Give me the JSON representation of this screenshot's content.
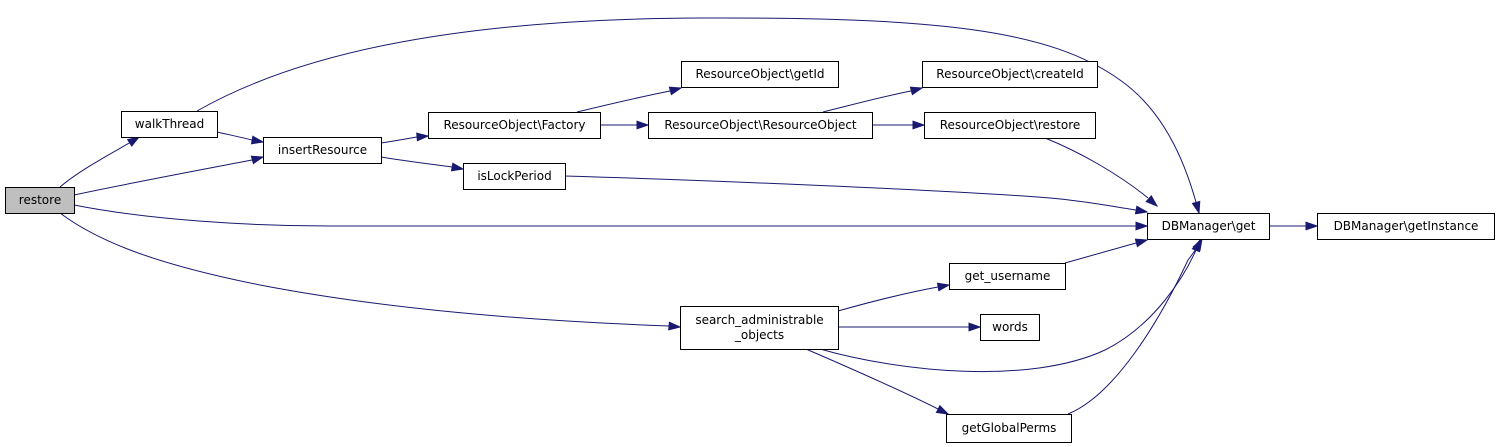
{
  "diagram": {
    "type": "call-graph",
    "colors": {
      "edge": "#191970",
      "node_border": "#000000",
      "node_fill": "#ffffff",
      "root_fill": "#bfbfbf",
      "background": "#ffffff"
    },
    "nodes": [
      {
        "id": "restore",
        "label": "restore",
        "root": true
      },
      {
        "id": "walkThread",
        "label": "walkThread"
      },
      {
        "id": "insertResource",
        "label": "insertResource"
      },
      {
        "id": "factory",
        "label": "ResourceObject\\Factory"
      },
      {
        "id": "getId",
        "label": "ResourceObject\\getId"
      },
      {
        "id": "resourceObject",
        "label": "ResourceObject\\ResourceObject"
      },
      {
        "id": "createId",
        "label": "ResourceObject\\createId"
      },
      {
        "id": "roRestore",
        "label": "ResourceObject\\restore"
      },
      {
        "id": "isLockPeriod",
        "label": "isLockPeriod"
      },
      {
        "id": "dbGet",
        "label": "DBManager\\get"
      },
      {
        "id": "dbGetInstance",
        "label": "DBManager\\getInstance"
      },
      {
        "id": "getUsername",
        "label": "get_username"
      },
      {
        "id": "searchAdmin",
        "label": [
          "search_administrable",
          "_objects"
        ]
      },
      {
        "id": "words",
        "label": "words"
      },
      {
        "id": "getGlobalPerms",
        "label": "getGlobalPerms"
      }
    ],
    "edges": [
      {
        "from": "restore",
        "to": "walkThread"
      },
      {
        "from": "restore",
        "to": "insertResource"
      },
      {
        "from": "restore",
        "to": "dbGet"
      },
      {
        "from": "restore",
        "to": "searchAdmin"
      },
      {
        "from": "walkThread",
        "to": "insertResource"
      },
      {
        "from": "walkThread",
        "to": "dbGet"
      },
      {
        "from": "insertResource",
        "to": "factory"
      },
      {
        "from": "insertResource",
        "to": "isLockPeriod"
      },
      {
        "from": "factory",
        "to": "getId"
      },
      {
        "from": "factory",
        "to": "resourceObject"
      },
      {
        "from": "resourceObject",
        "to": "createId"
      },
      {
        "from": "resourceObject",
        "to": "roRestore"
      },
      {
        "from": "roRestore",
        "to": "dbGet"
      },
      {
        "from": "isLockPeriod",
        "to": "dbGet"
      },
      {
        "from": "dbGet",
        "to": "dbGetInstance"
      },
      {
        "from": "getUsername",
        "to": "dbGet"
      },
      {
        "from": "searchAdmin",
        "to": "getUsername"
      },
      {
        "from": "searchAdmin",
        "to": "words"
      },
      {
        "from": "searchAdmin",
        "to": "dbGet"
      },
      {
        "from": "searchAdmin",
        "to": "getGlobalPerms"
      },
      {
        "from": "getGlobalPerms",
        "to": "dbGet"
      }
    ]
  }
}
